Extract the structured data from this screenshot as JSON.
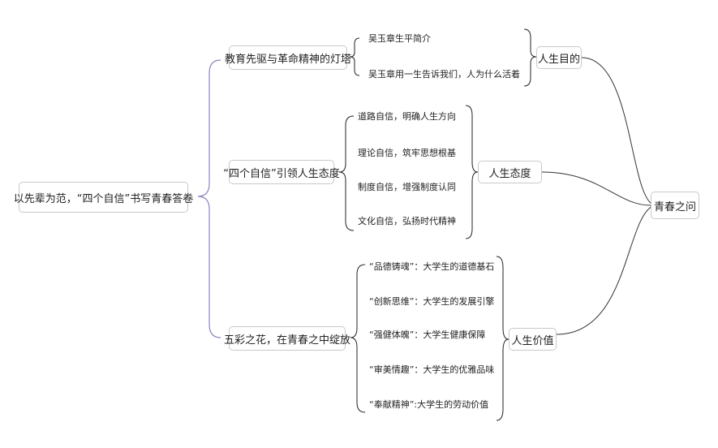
{
  "root": "以先辈为范，“四个自信”书写青春答卷",
  "branches": [
    {
      "label": "教育先驱与革命精神的灯塔",
      "items": [
        "吴玉章生平简介",
        "吴玉章用一生告诉我们，人为什么活着"
      ],
      "summary": "人生目的"
    },
    {
      "label": "“四个自信”引领人生态度",
      "items": [
        "道路自信，明确人生方向",
        "理论自信，筑牢思想根基",
        "制度自信，增强制度认同",
        "文化自信，弘扬时代精神"
      ],
      "summary": "人生态度"
    },
    {
      "label": "五彩之花，在青春之中绽放",
      "items": [
        "“品德铸魂”：大学生的道德基石",
        "“创新思维”：大学生的发展引擎",
        "“强健体魄”：大学生健康保障",
        "“审美情趣”：大学生的优雅品味",
        "“奉献精神”:大学生的劳动价值"
      ],
      "summary": "人生价值"
    }
  ],
  "final": "青春之问",
  "colors": {
    "connector": "#8a84c2",
    "brace": "#222222",
    "curve": "#333333",
    "border": "#c9c9c9"
  }
}
